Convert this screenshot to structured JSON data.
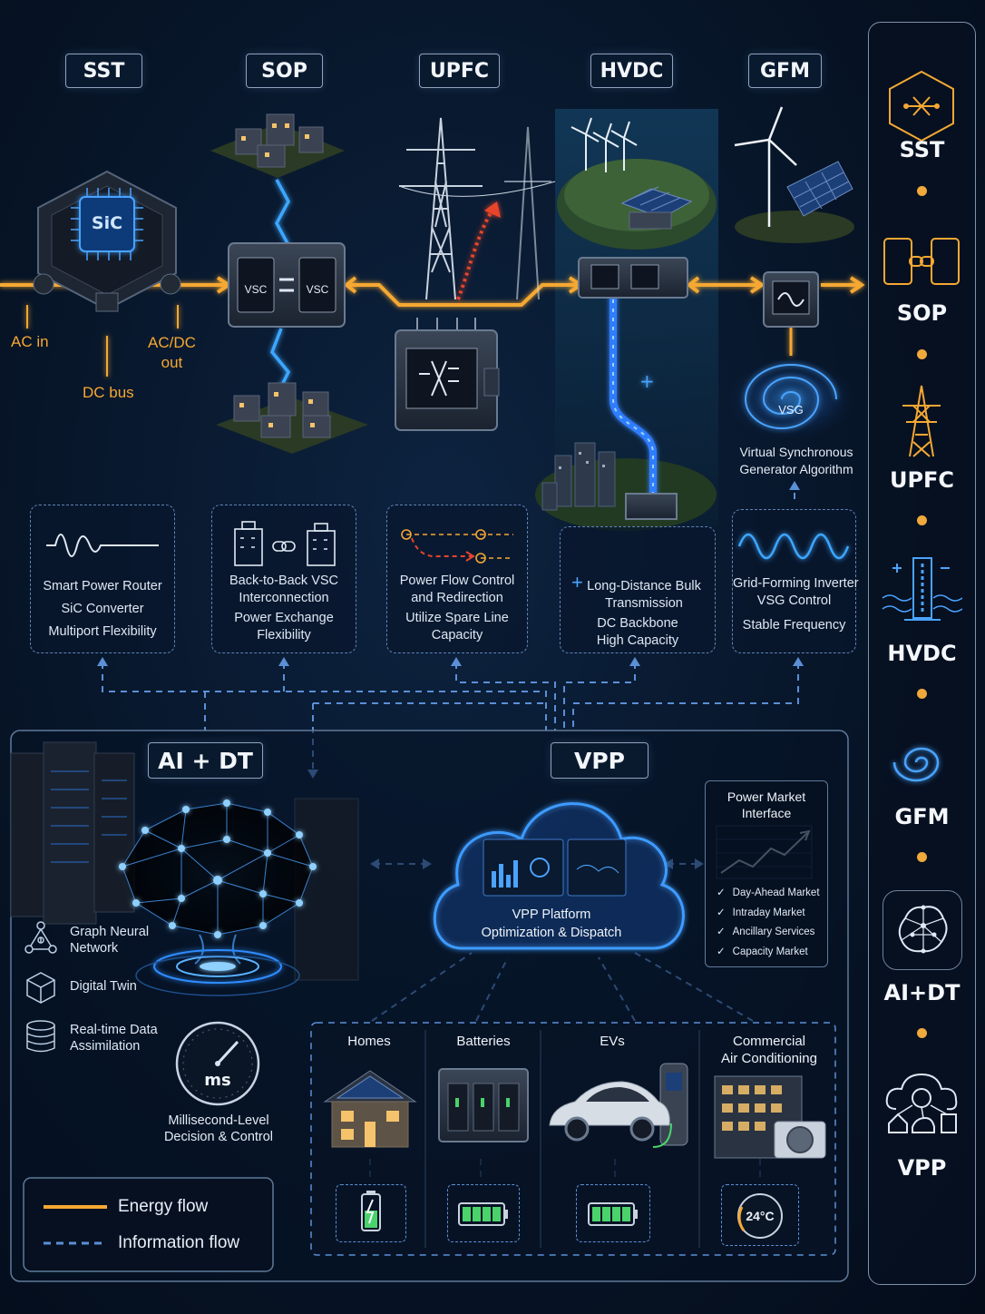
{
  "top_tags": [
    "SST",
    "SOP",
    "UPFC",
    "HVDC",
    "GFM"
  ],
  "sst": {
    "chip": "SiC",
    "ac_in": "AC in",
    "acdc_out": "AC/DC\nout",
    "dc_bus": "DC bus"
  },
  "sop": {
    "vsc_left": "VSC",
    "vsc_right": "VSC"
  },
  "gfm": {
    "vsg": "VSG",
    "algorithm": "Virtual Synchronous\nGenerator Algorithm"
  },
  "info_boxes": {
    "sst": [
      "Smart Power Router",
      "SiC Converter",
      "Multiport Flexibility"
    ],
    "sop": [
      "Back-to-Back VSC\nInterconnection",
      "Power Exchange\nFlexibility"
    ],
    "upfc": [
      "Power Flow Control\nand Redirection",
      "Utilize Spare Line\nCapacity"
    ],
    "hvdc": [
      "Long-Distance Bulk\nTransmission",
      "DC Backbone\nHigh Capacity"
    ],
    "gfm": [
      "Grid-Forming Inverter\nVSG Control",
      "Stable Frequency"
    ]
  },
  "ai_dt": {
    "title": "AI + DT",
    "features": [
      "Graph Neural\nNetwork",
      "Digital Twin",
      "Real-time Data\nAssimilation"
    ],
    "ms": "ms",
    "decision": "Millisecond-Level\nDecision & Control"
  },
  "vpp": {
    "title": "VPP",
    "platform": "VPP Platform\nOptimization & Dispatch",
    "market_title": "Power Market\nInterface",
    "markets": [
      "Day-Ahead Market",
      "Intraday Market",
      "Ancillary Services",
      "Capacity Market"
    ],
    "categories": [
      "Homes",
      "Batteries",
      "EVs",
      "Commercial\nAir Conditioning"
    ],
    "ac_temp": "24°C"
  },
  "legend": {
    "energy": "Energy flow",
    "info": "Information flow"
  },
  "sidebar": [
    "SST",
    "SOP",
    "UPFC",
    "HVDC",
    "GFM",
    "AI+DT",
    "VPP"
  ],
  "colors": {
    "energy": "#f5a833",
    "info": "#5b8fd6",
    "glow": "#2f8cff",
    "red": "#e8452c"
  }
}
